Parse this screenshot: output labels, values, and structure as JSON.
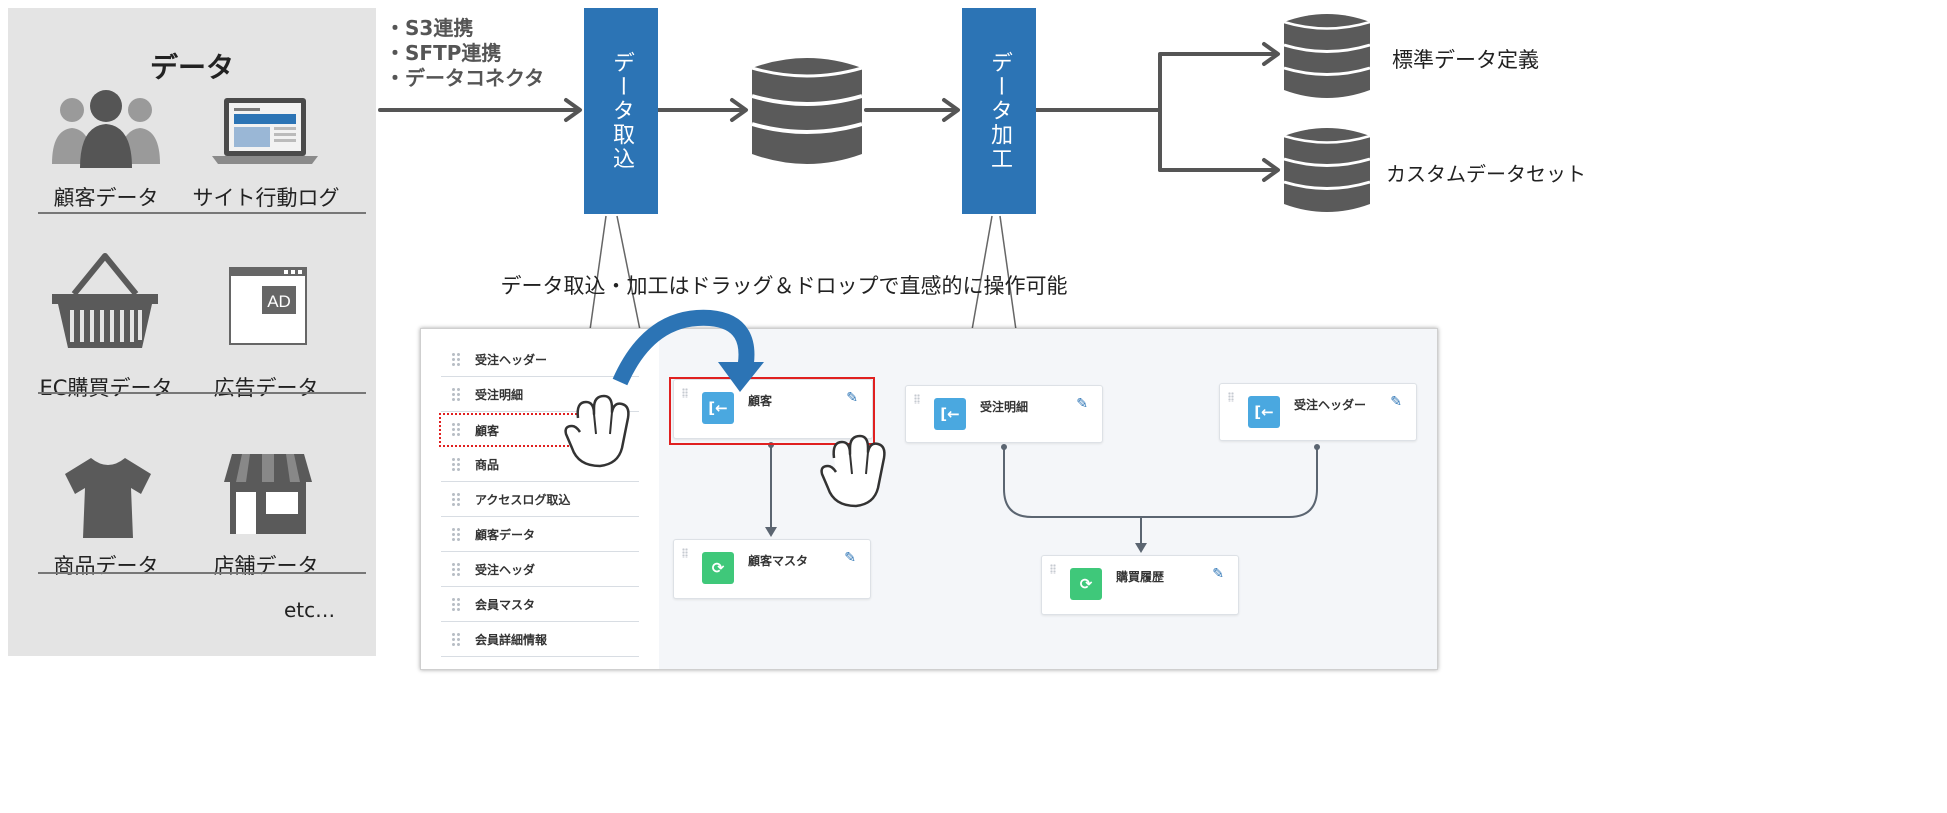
{
  "left_panel": {
    "title": "データ",
    "sources": [
      {
        "label": "顧客データ",
        "icon": "people-icon"
      },
      {
        "label": "サイト行動ログ",
        "icon": "laptop-icon"
      },
      {
        "label": "EC購買データ",
        "icon": "basket-icon"
      },
      {
        "label": "広告データ",
        "icon": "ad-window-icon"
      },
      {
        "label": "商品データ",
        "icon": "tshirt-icon"
      },
      {
        "label": "店舗データ",
        "icon": "store-icon"
      }
    ],
    "etc": "etc…"
  },
  "flow": {
    "methods": [
      "・S3連携",
      "・SFTP連携",
      "・データコネクタ"
    ],
    "ingest_label": "データ取込",
    "process_label": "データ加工",
    "outputs": [
      "標準データ定義",
      "カスタムデータセット"
    ]
  },
  "caption": "データ取込・加工はドラッグ＆ドロップで直感的に操作可能",
  "screenshot": {
    "source_list": [
      "受注ヘッダー",
      "受注明細",
      "顧客",
      "商品",
      "アクセスログ取込",
      "顧客データ",
      "受注ヘッダ",
      "会員マスタ",
      "会員詳細情報"
    ],
    "nodes": {
      "n1": {
        "label": "顧客",
        "icon": "import-icon"
      },
      "n2": {
        "label": "受注明細",
        "icon": "import-icon"
      },
      "n3": {
        "label": "受注ヘッダー",
        "icon": "import-icon"
      },
      "n4": {
        "label": "顧客マスタ",
        "icon": "refresh-icon"
      },
      "n5": {
        "label": "購買履歴",
        "icon": "refresh-icon"
      }
    },
    "colors": {
      "accent": "#2c74b5",
      "import": "#4aa8e0",
      "transform": "#3fc87a",
      "highlight": "#e02020"
    }
  }
}
